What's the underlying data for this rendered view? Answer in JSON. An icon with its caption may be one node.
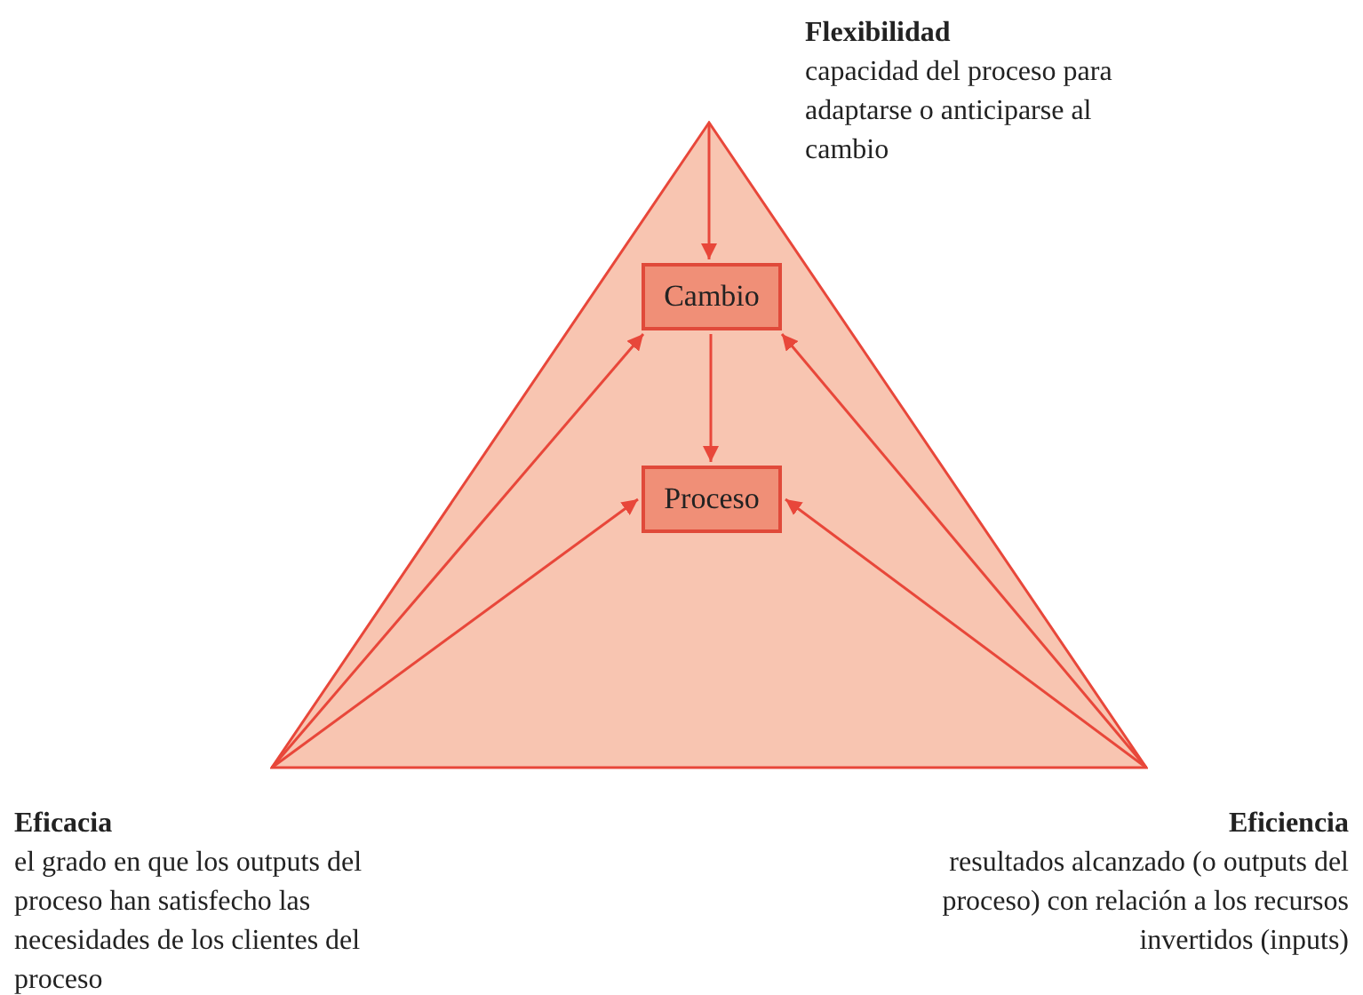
{
  "diagram": {
    "nodes": [
      {
        "text": [
          "Flexibilidad",
          "capacidad del proceso para adaptarse o anticiparse al cambio"
        ]
      },
      {
        "text": [],
        "shape": "triangle"
      },
      {
        "text": [
          "Cambio"
        ],
        "in": 1
      },
      {
        "text": [
          "Proceso"
        ],
        "in": 1
      },
      {
        "text": [
          "Eficacia",
          "el grado en que los outputs del proceso han satisfecho las necesidades de los clientes del proceso"
        ]
      },
      {
        "text": [
          "Eficiencia",
          "resultados alcanzado (o outputs del proceso) con relación a los recursos invertidos (inputs)"
        ]
      }
    ],
    "edges": [
      {
        "from": 0,
        "to": 2,
        "arrow": "to"
      },
      {
        "from": 2,
        "to": 3,
        "arrow": "to"
      },
      {
        "from": 4,
        "to": 2,
        "arrow": "to"
      },
      {
        "from": 4,
        "to": 3,
        "arrow": "to"
      },
      {
        "from": 5,
        "to": 2,
        "arrow": "to"
      },
      {
        "from": 5,
        "to": 3,
        "arrow": "to"
      }
    ]
  }
}
